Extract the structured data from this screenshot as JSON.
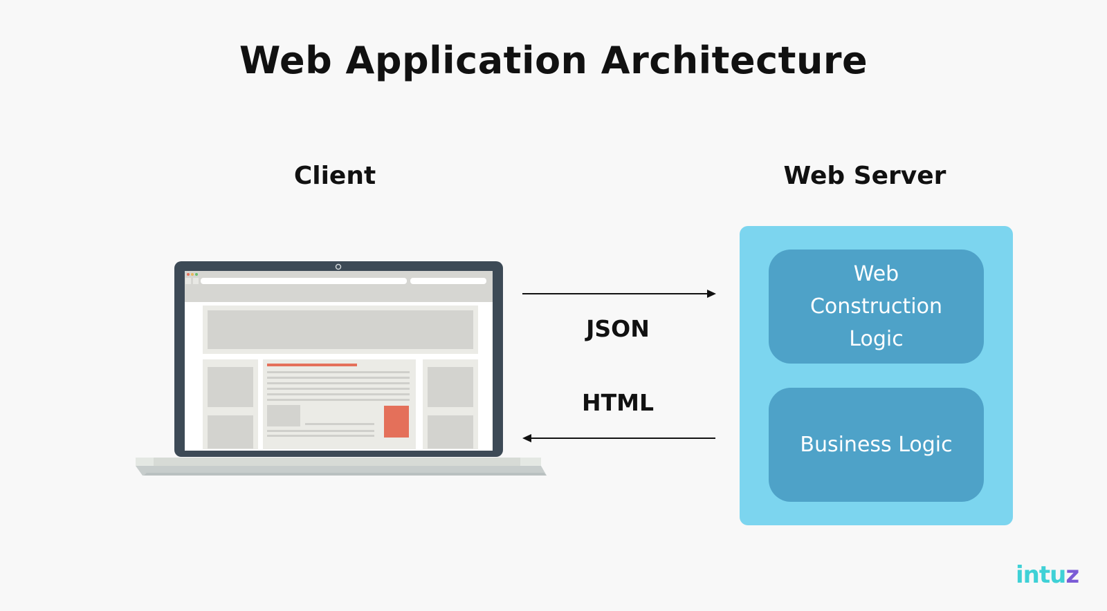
{
  "title": "Web Application Architecture",
  "client": {
    "label": "Client"
  },
  "server": {
    "label": "Web Server",
    "boxes": [
      {
        "label": "Web Construction Logic"
      },
      {
        "label": "Business Logic"
      }
    ]
  },
  "arrows": [
    {
      "label": "JSON",
      "direction": "right"
    },
    {
      "label": "HTML",
      "direction": "left"
    }
  ],
  "brand": {
    "text_main": "intu",
    "text_accent": "z"
  },
  "colors": {
    "server_box": "#7cd5ef",
    "logic_box": "#4ea2c8",
    "laptop_frame": "#3d4a56",
    "accent_red": "#e4705a",
    "brand_teal": "#3fd1d6",
    "brand_purple": "#7b5cd6"
  }
}
